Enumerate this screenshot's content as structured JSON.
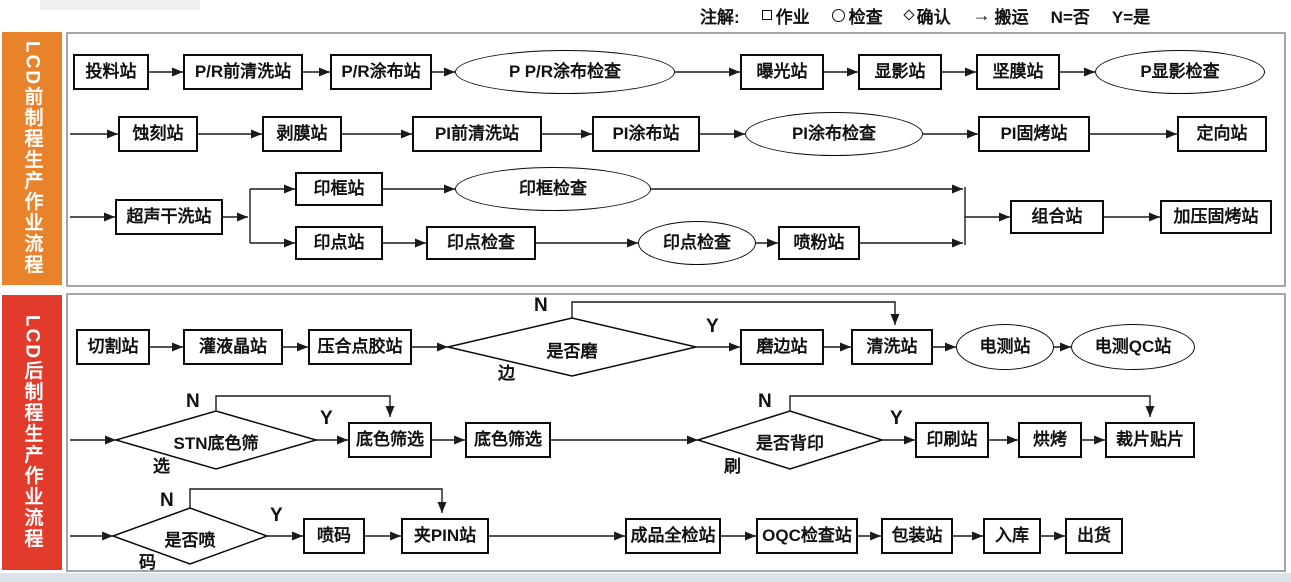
{
  "colors": {
    "front_bar": "#E8832C",
    "back_bar": "#E23B2C"
  },
  "legend": {
    "title": "注解:",
    "arrow_glyph": "→",
    "items": [
      {
        "icon": "square-icon",
        "label": "作业"
      },
      {
        "icon": "circle-icon",
        "label": "检查"
      },
      {
        "icon": "diamond-icon",
        "label": "确认"
      },
      {
        "icon": "arrow-icon",
        "label": "搬运"
      },
      {
        "icon": "",
        "label": "N=否"
      },
      {
        "icon": "",
        "label": "Y=是"
      }
    ]
  },
  "branch": {
    "no": "N",
    "yes": "Y"
  },
  "front": {
    "title": "LCD前制程生产作业流程",
    "row1": {
      "n1": "投料站",
      "n2": "P/R前清洗站",
      "n3": "P/R涂布站",
      "e1": "P P/R涂布检查",
      "n4": "曝光站",
      "n5": "显影站",
      "n6": "坚膜站",
      "e2": "P显影检查"
    },
    "row2": {
      "n1": "蚀刻站",
      "n2": "剥膜站",
      "n3": "PI前清洗站",
      "n4": "PI涂布站",
      "e1": "PI涂布检查",
      "n5": "PI固烤站",
      "n6": "定向站"
    },
    "row3": {
      "n1": "超声干洗站",
      "n2": "印框站",
      "e1": "印框检查",
      "n3": "印点站",
      "n4": "印点检查",
      "e2": "印点检查",
      "n5": "喷粉站",
      "n6": "组合站",
      "n7": "加压固烤站"
    }
  },
  "back": {
    "title": "LCD后制程生产作业流程",
    "row1": {
      "n1": "切割站",
      "n2": "灌液晶站",
      "n3": "压合点胶站",
      "d1a": "是否磨",
      "d1b": "边",
      "n4": "磨边站",
      "n5": "清洗站",
      "e1": "电测站",
      "e2": "电测QC站"
    },
    "row2": {
      "d1a": "STN底色筛",
      "d1b": "选",
      "n1": "底色筛选",
      "n2": "底色筛选",
      "d2a": "是否背印",
      "d2b": "刷",
      "n3": "印刷站",
      "n4": "烘烤",
      "n5": "裁片贴片"
    },
    "row3": {
      "d1a": "是否喷",
      "d1b": "码",
      "n1": "喷码",
      "n2": "夹PIN站",
      "n3": "成品全检站",
      "n4": "OQC检查站",
      "n5": "包装站",
      "n6": "入库",
      "n7": "出货"
    }
  }
}
